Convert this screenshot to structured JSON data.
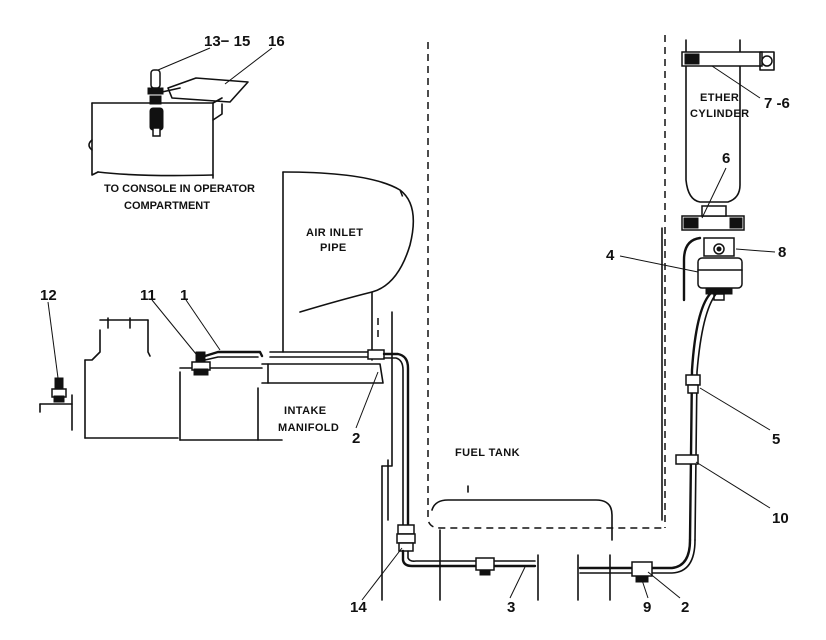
{
  "labels": {
    "console_line1": "TO CONSOLE IN OPERATOR",
    "console_line2": "COMPARTMENT",
    "air_inlet_line1": "AIR  INLET",
    "air_inlet_line2": "PIPE",
    "intake_line1": "INTAKE",
    "intake_line2": "MANIFOLD",
    "fuel_tank": "FUEL  TANK",
    "ether_line1": "ETHER",
    "ether_line2": "CYLINDER"
  },
  "callouts": {
    "c13_15": "13− 15",
    "c16": "16",
    "c12": "12",
    "c11": "11",
    "c1": "1",
    "c2_upper": "2",
    "c7_6": "7 -6",
    "c6": "6",
    "c4": "4",
    "c8": "8",
    "c5": "5",
    "c10": "10",
    "c14": "14",
    "c3": "3",
    "c9": "9",
    "c2_lower": "2"
  }
}
